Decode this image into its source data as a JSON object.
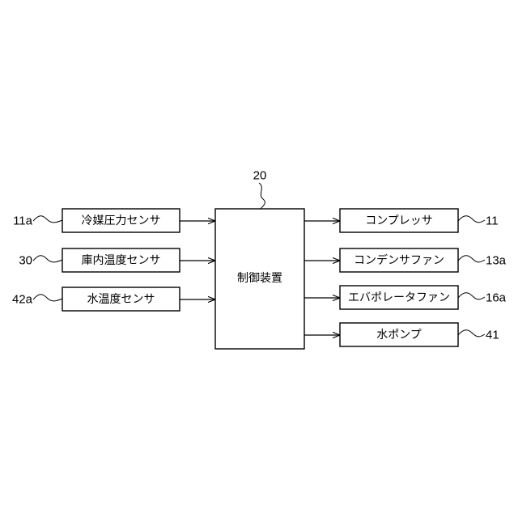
{
  "inputs": [
    {
      "label": "冷媒圧力センサ",
      "ref": "11a"
    },
    {
      "label": "庫内温度センサ",
      "ref": "30"
    },
    {
      "label": "水温度センサ",
      "ref": "42a"
    }
  ],
  "controller": {
    "label": "制御装置",
    "ref": "20"
  },
  "outputs": [
    {
      "label": "コンプレッサ",
      "ref": "11"
    },
    {
      "label": "コンデンサファン",
      "ref": "13a"
    },
    {
      "label": "エバポレータファン",
      "ref": "16a"
    },
    {
      "label": "水ポンプ",
      "ref": "41"
    }
  ],
  "colors": {
    "line": "#000000",
    "background": "#ffffff"
  }
}
